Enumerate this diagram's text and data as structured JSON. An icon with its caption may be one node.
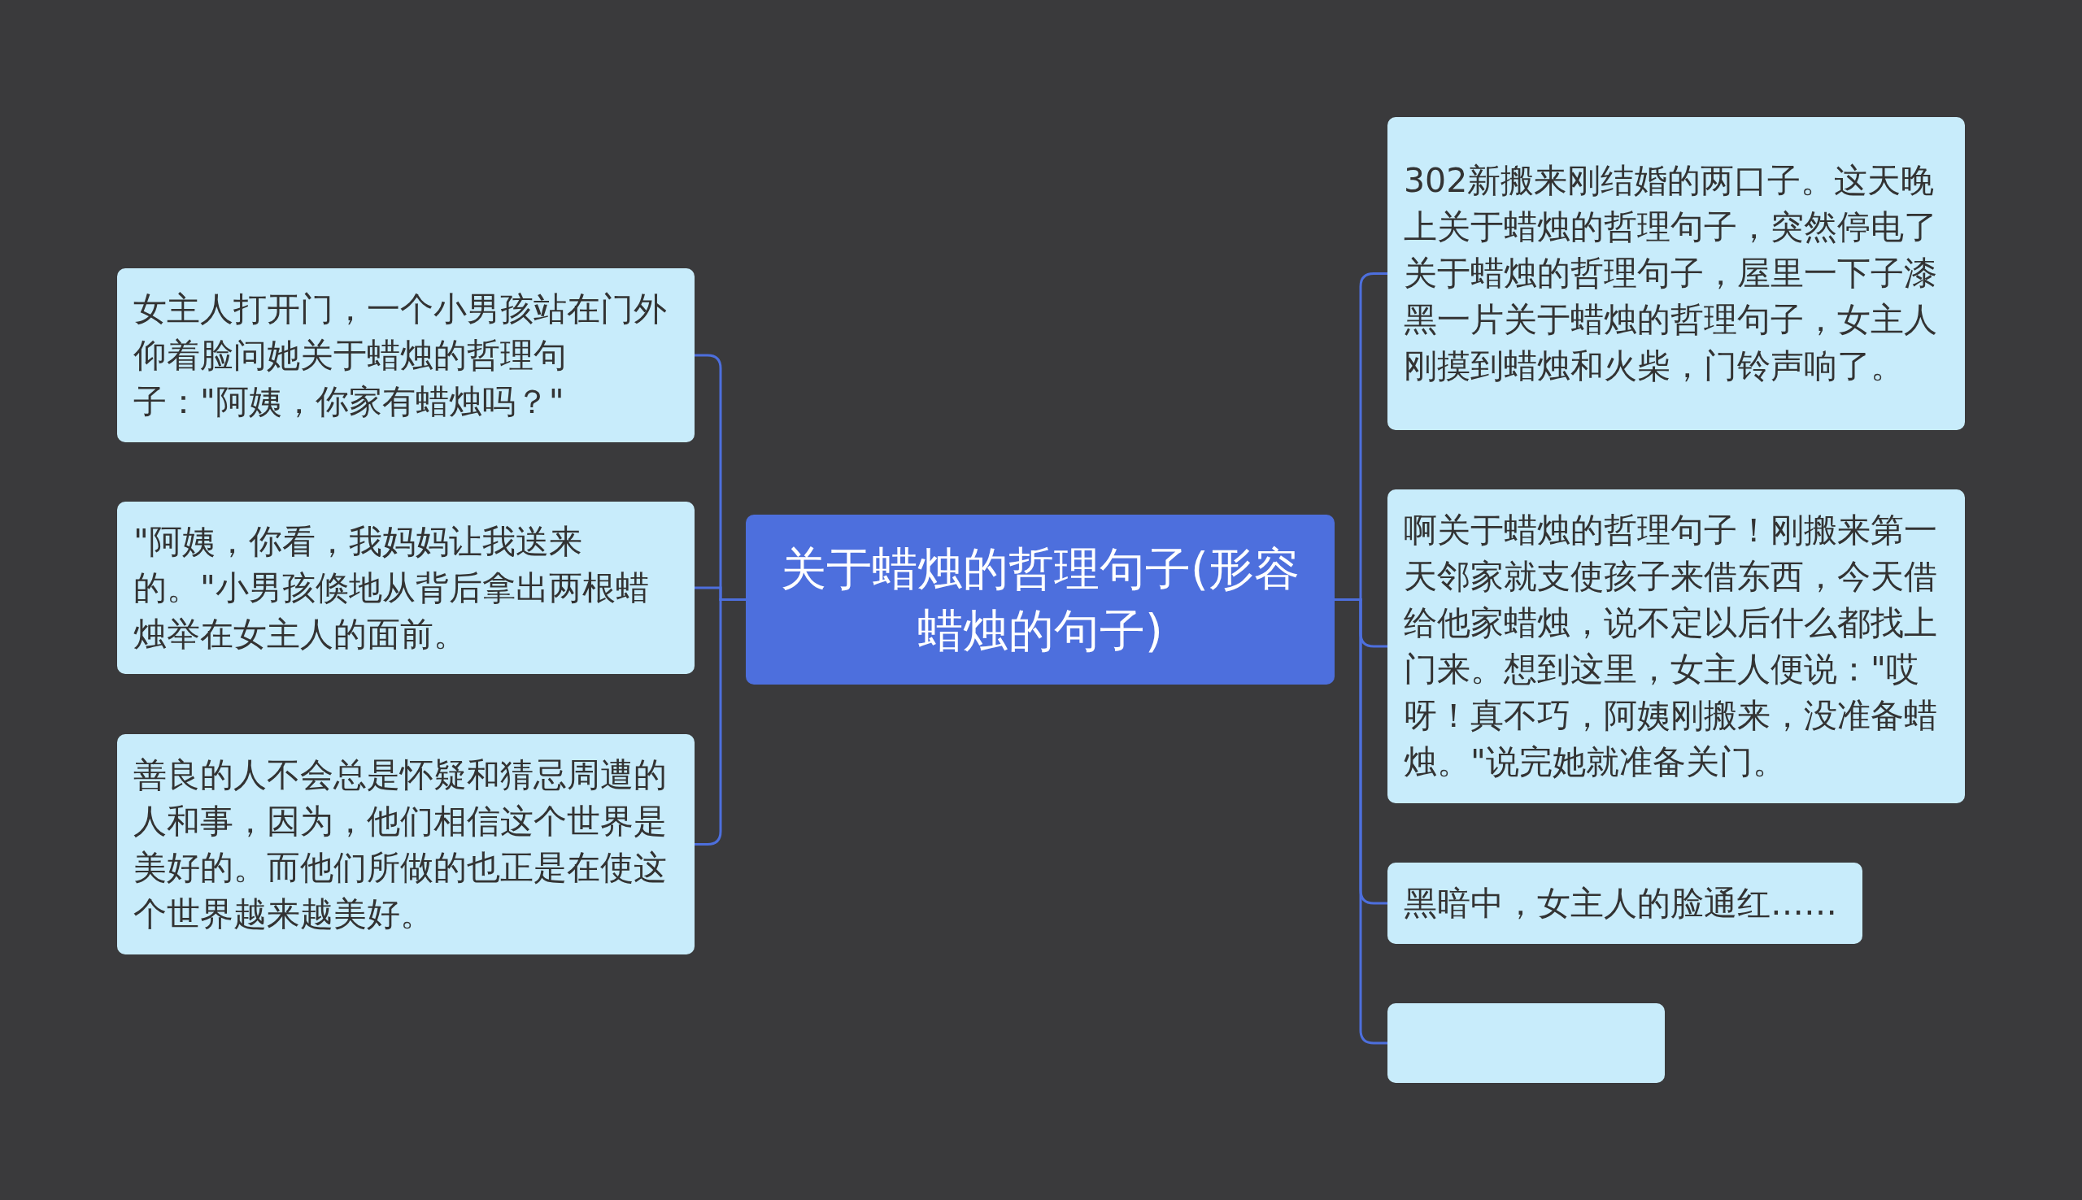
{
  "diagram": {
    "nodes": [
      {
        "text": [
          "关于蜡烛的哲理句子(形容蜡烛的句子)"
        ]
      },
      {
        "text": [
          "女主人打开门，一个小男孩站在门外仰着脸问她关于蜡烛的哲理句子：\"阿姨，你家有蜡烛吗？\""
        ]
      },
      {
        "text": [
          "\"阿姨，你看，我妈妈让我送来的。\"小男孩倏地从背后拿出两根蜡烛举在女主人的面前。"
        ]
      },
      {
        "text": [
          "善良的人不会总是怀疑和猜忌周遭的人和事，因为，他们相信这个世界是美好的。而他们所做的也正是在使这个世界越来越美好。"
        ]
      },
      {
        "text": [
          "302新搬来刚结婚的两口子。这天晚上关于蜡烛的哲理句子，突然停电了关于蜡烛的哲理句子，屋里一下子漆黑一片关于蜡烛的哲理句子，女主人刚摸到蜡烛和火柴，门铃声响了。"
        ]
      },
      {
        "text": [
          "啊关于蜡烛的哲理句子！刚搬来第一天邻家就支使孩子来借东西，今天借给他家蜡烛，说不定以后什么都找上门来。想到这里，女主人便说：\"哎呀！真不巧，阿姨刚搬来，没准备蜡烛。\"说完她就准备关门。"
        ]
      },
      {
        "text": [
          "黑暗中，女主人的脸通红……"
        ]
      },
      {
        "text": [],
        "shape": "box"
      }
    ],
    "edges": [
      {
        "from": 0,
        "to": 1,
        "arrow": "none"
      },
      {
        "from": 0,
        "to": 2,
        "arrow": "none"
      },
      {
        "from": 0,
        "to": 3,
        "arrow": "none"
      },
      {
        "from": 0,
        "to": 4,
        "arrow": "none"
      },
      {
        "from": 0,
        "to": 5,
        "arrow": "none"
      },
      {
        "from": 0,
        "to": 6,
        "arrow": "none"
      },
      {
        "from": 0,
        "to": 7,
        "arrow": "none"
      }
    ]
  }
}
